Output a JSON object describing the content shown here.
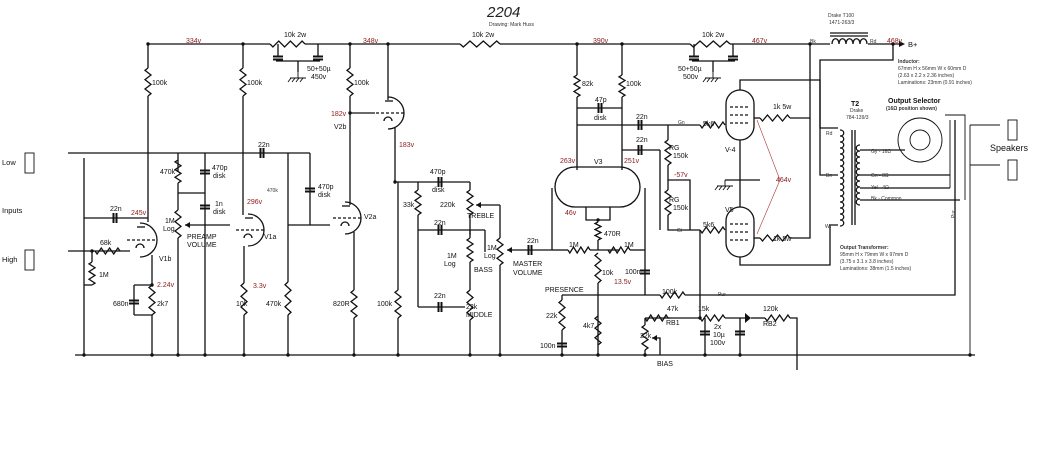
{
  "title": "2204",
  "subtitle": "Drawing: Mark Huss",
  "inputs": {
    "low": "Low",
    "inputs": "Inputs",
    "high": "High"
  },
  "voltages": {
    "v334": "334v",
    "v348": "348v",
    "v390": "390v",
    "v467": "467v",
    "v468": "468v",
    "v182": "182v",
    "v183": "183v",
    "v296": "296v",
    "v245": "245v",
    "v224": "2.24v",
    "v33": "3.3v",
    "v263": "263v",
    "v251": "251v",
    "v46": "46v",
    "vneg57": "-57v",
    "v464": "464v",
    "v135": "13.5v"
  },
  "preamp": {
    "r100k_a": "100k",
    "r100k_b": "100k",
    "r100k_c": "100k",
    "r10k2w_a": "10k 2w",
    "cap_5050_a": "50+50µ",
    "cap_5050_a_v": "450v",
    "r10k2w_b": "10k 2w",
    "c22n_in": "22n",
    "r68k": "68k",
    "r1m": "1M",
    "v1b": "V1b",
    "c680n": "680n",
    "r2k7": "2k7",
    "r470k_a": "470k",
    "c470p_a": "470p",
    "c470p_a_t": "disk",
    "c1n": "1n",
    "c1n_t": "disk",
    "pot_1m": "1M",
    "pot_1m_t": "Log",
    "preamp": "PREAMP",
    "volume": "VOLUME",
    "v1a": "V1a",
    "c22n_b": "22n",
    "r470k_b": "470k",
    "c470p_b": "470p",
    "c470p_b_t": "disk",
    "v2a": "V2a",
    "v2b": "V2b",
    "r10k": "10k",
    "r470k_c": "470k",
    "r820r": "820R",
    "r100k_d": "100k"
  },
  "tone": {
    "c470p": "470p",
    "c470p_t": "disk",
    "r33k": "33k",
    "pot220k": "220k",
    "treble": "TREBLE",
    "c22n_a": "22n",
    "pot1m": "1M",
    "pot1m_t": "Log",
    "bass": "BASS",
    "c22n_b": "22n",
    "pot22k": "22k",
    "middle": "MIDDLE",
    "mv_pot": "1M",
    "mv_pot_t": "Log",
    "master": "MASTER",
    "volume": "VOLUME",
    "c22n_mv": "22n"
  },
  "pi": {
    "r82k": "82k",
    "r100k": "100k",
    "c47p": "47p",
    "c47p_t": "disk",
    "c22n_a": "22n",
    "c22n_b": "22n",
    "v3": "V3",
    "r1m_a": "1M",
    "r470r": "470R",
    "r1m_b": "1M",
    "r10k": "10k",
    "c100n": "100n",
    "presence": "PRESENCE",
    "pot22k": "22k",
    "r4k7": "4k7",
    "c100n_b": "100n",
    "r100k_fb": "100k",
    "pur": "Pur"
  },
  "bias": {
    "r47k": "47k",
    "rb1": "RB1",
    "pot22k": "22k",
    "bias": "BIAS",
    "r15k": "15k",
    "caps": "2x",
    "caps_v": "10µ",
    "caps_volt": "100v",
    "r120k": "120k",
    "rb2": "RB2"
  },
  "power": {
    "rg1": "RG",
    "rg1_v": "150k",
    "rg2": "RG",
    "rg2_v": "150k",
    "gn": "Gn",
    "gi": "Gi",
    "r5k6_a": "5k6",
    "r5k6_b": "5k6",
    "v4": "V-4",
    "v5": "V5",
    "r1k5w_a": "1k 5w",
    "r1k5w_b": "1k 5w",
    "cap_5050": "50+50µ",
    "cap_5050_v": "500v",
    "r10k2w": "10k 2w",
    "choke_name": "Drake T100",
    "choke_part": "1471-263/3",
    "bk": "Bk",
    "rd": "Rd",
    "bplus": "B+"
  },
  "inductor_note": [
    "Inductor:",
    "67mm H x 56mm W x 60mm D",
    "(2.63 x 2.2 x 2.36 inches)",
    "Laminations: 23mm (0.91 inches)"
  ],
  "ot": {
    "t2": "T2",
    "make": "Drake",
    "part": "784-139/3",
    "rd": "Rd",
    "bn": "Bn",
    "wt": "Wt",
    "sec": [
      "Gy - 16Ω",
      "Gn - 8Ω",
      "Yel - 4Ω",
      "Bk - Common"
    ],
    "pur": "Pur"
  },
  "selector": {
    "title": "Output Selector",
    "sub": "(16Ω position shown)"
  },
  "speakers": "Speakers",
  "ot_note": [
    "Output Transformer:",
    "95mm H x 79mm W x 97mm D",
    "(3.75 x 3.1 x 3.8 inches)",
    "Laminations: 38mm (1.5 inches)"
  ],
  "colors": {
    "wire": "#111111",
    "voltage": "#8b1a1a",
    "annotation": "#b03030"
  }
}
